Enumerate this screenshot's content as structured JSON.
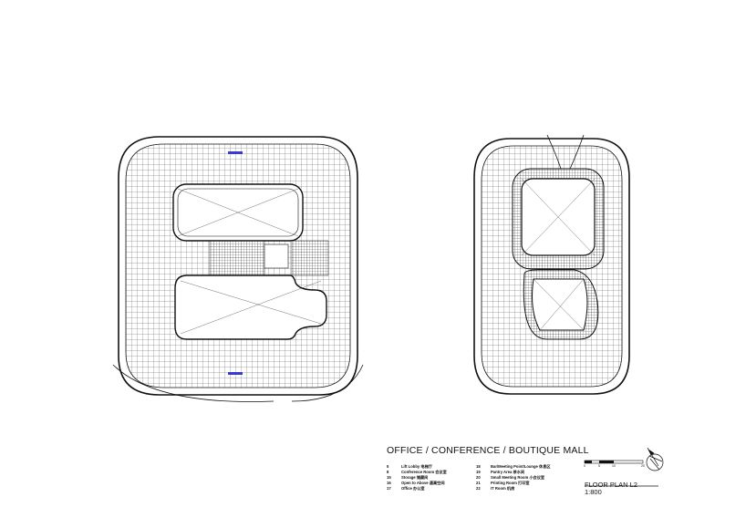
{
  "title": "OFFICE / CONFERENCE / BOUTIQUE MALL",
  "legend_left": [
    {
      "num": "5",
      "label": "Lift Lobby 电梯厅"
    },
    {
      "num": "8",
      "label": "Conference Room 会议室"
    },
    {
      "num": "15",
      "label": "Storage 储藏间"
    },
    {
      "num": "16",
      "label": "Open to Above 通高空间"
    },
    {
      "num": "17",
      "label": "Office 办公室"
    }
  ],
  "legend_right": [
    {
      "num": "18",
      "label": "Bar/Meeting Point/Lounge 休息区"
    },
    {
      "num": "19",
      "label": "Pantry Area 茶水间"
    },
    {
      "num": "20",
      "label": "Small Meeting Room 小会议室"
    },
    {
      "num": "21",
      "label": "Printing Room 打印室"
    },
    {
      "num": "22",
      "label": "IT Room 机房"
    }
  ],
  "scale_bar_ticks": [
    "0",
    "5",
    "10",
    "20"
  ],
  "plan_title": "FLOOR PLAN L2",
  "plan_scale": "1:800",
  "icons": {
    "north_arrow": "north-arrow-icon"
  },
  "colors": {
    "line": "#111111",
    "accent": "#3a3ad0"
  }
}
